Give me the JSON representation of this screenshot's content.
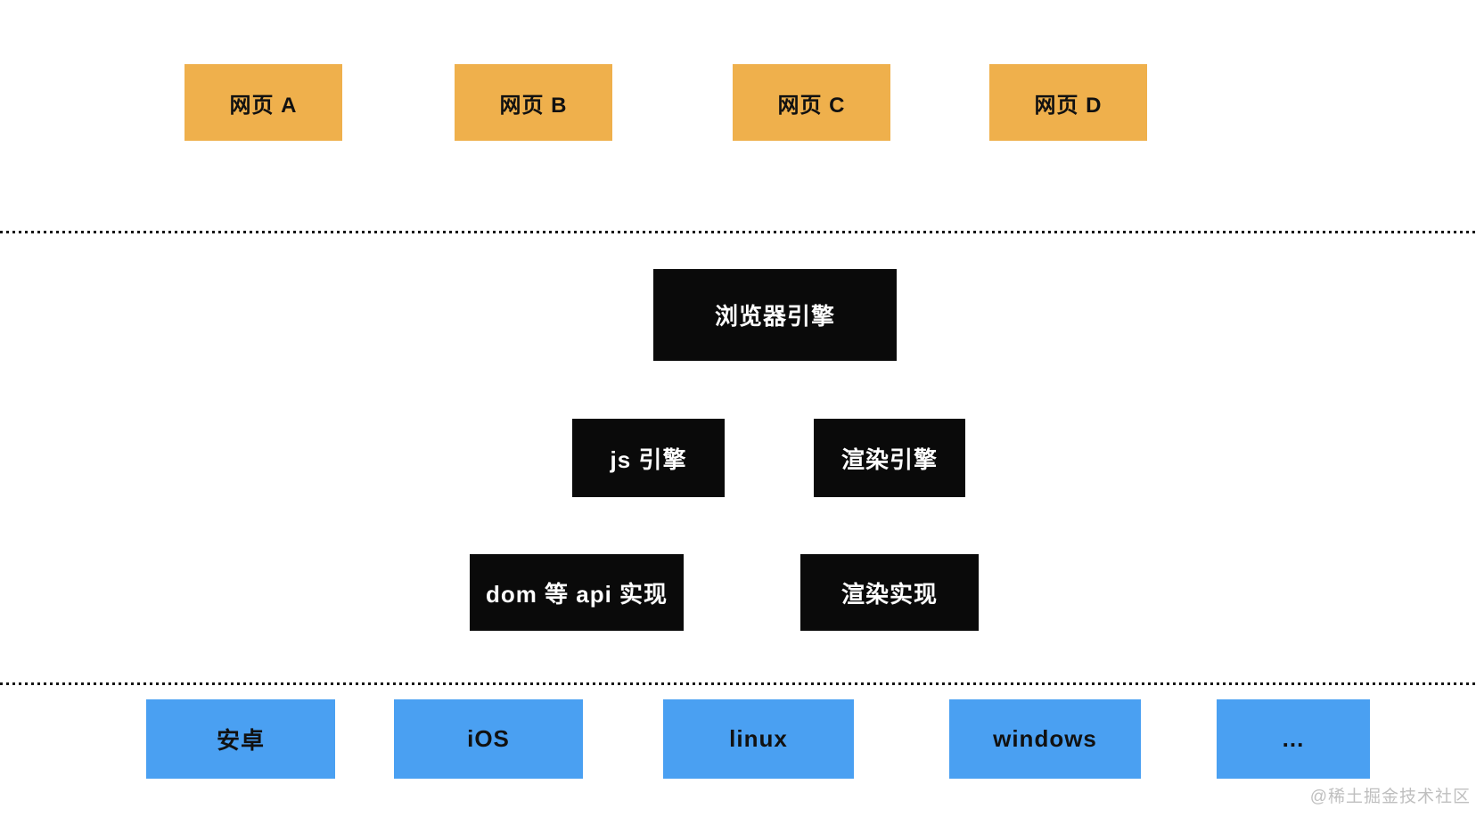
{
  "colors": {
    "page_bg": "#ffffff",
    "webpage_box": "#efb04c",
    "engine_box": "#0a0a0a",
    "engine_text": "#ffffff",
    "platform_box": "#4aa0f2",
    "box_text": "#111111",
    "divider_dot": "#151515",
    "watermark": "#bfbfbf"
  },
  "diagram": {
    "webpages": [
      {
        "label": "网页 A"
      },
      {
        "label": "网页 B"
      },
      {
        "label": "网页 C"
      },
      {
        "label": "网页 D"
      }
    ],
    "browser_engine": {
      "label": "浏览器引擎"
    },
    "engines": [
      {
        "label": "js 引擎"
      },
      {
        "label": "渲染引擎"
      }
    ],
    "implementations": [
      {
        "label": "dom 等 api 实现"
      },
      {
        "label": "渲染实现"
      }
    ],
    "platforms": [
      {
        "label": "安卓"
      },
      {
        "label": "iOS"
      },
      {
        "label": "linux"
      },
      {
        "label": "windows"
      },
      {
        "label": "..."
      }
    ],
    "watermark": "@稀土掘金技术社区"
  }
}
